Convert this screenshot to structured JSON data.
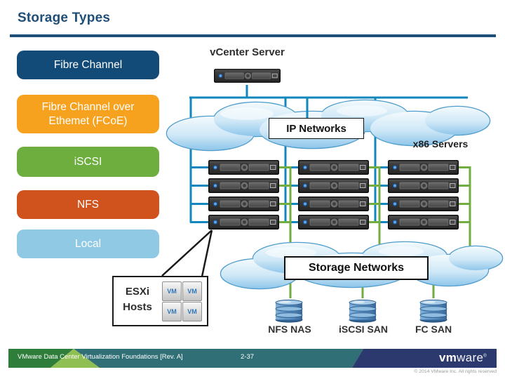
{
  "slide": {
    "title": "Storage Types"
  },
  "palette": {
    "title_accent": "#1F4E79",
    "network_line": "#1187BE",
    "storage_line": "#72AE3F",
    "footer_green": "#2F7D3B",
    "footer_light_green": "#8FBE52",
    "footer_teal": "#2F6F75",
    "footer_navy": "#2B396E"
  },
  "storage_types": [
    {
      "label": "Fibre Channel",
      "color": "#124B78"
    },
    {
      "label": "Fibre Channel over Ethemet (FCoE)",
      "lines": [
        "Fibre Channel over",
        "Ethemet (FCoE)"
      ],
      "color": "#F7A21E"
    },
    {
      "label": "iSCSI",
      "color": "#6DAE3F"
    },
    {
      "label": "NFS",
      "color": "#D0521D"
    },
    {
      "label": "Local",
      "color": "#90C9E4"
    }
  ],
  "diagram": {
    "vcenter_label": "vCenter Server",
    "ip_networks_label": "IP Networks",
    "x86_servers_label": "x86 Servers",
    "storage_networks_label": "Storage Networks",
    "esxi": {
      "label_line1": "ESXi",
      "label_line2": "Hosts",
      "vm_label": "VM"
    },
    "storage_endpoints": [
      "NFS NAS",
      "iSCSI SAN",
      "FC SAN"
    ]
  },
  "footer": {
    "course": "VMware Data Center Virtualization Foundations [Rev. A]",
    "page": "2-37",
    "logo_vm": "vm",
    "logo_ware": "ware",
    "logo_reg": "®",
    "copyright": "© 2014 VMware Inc. All rights reserved"
  }
}
